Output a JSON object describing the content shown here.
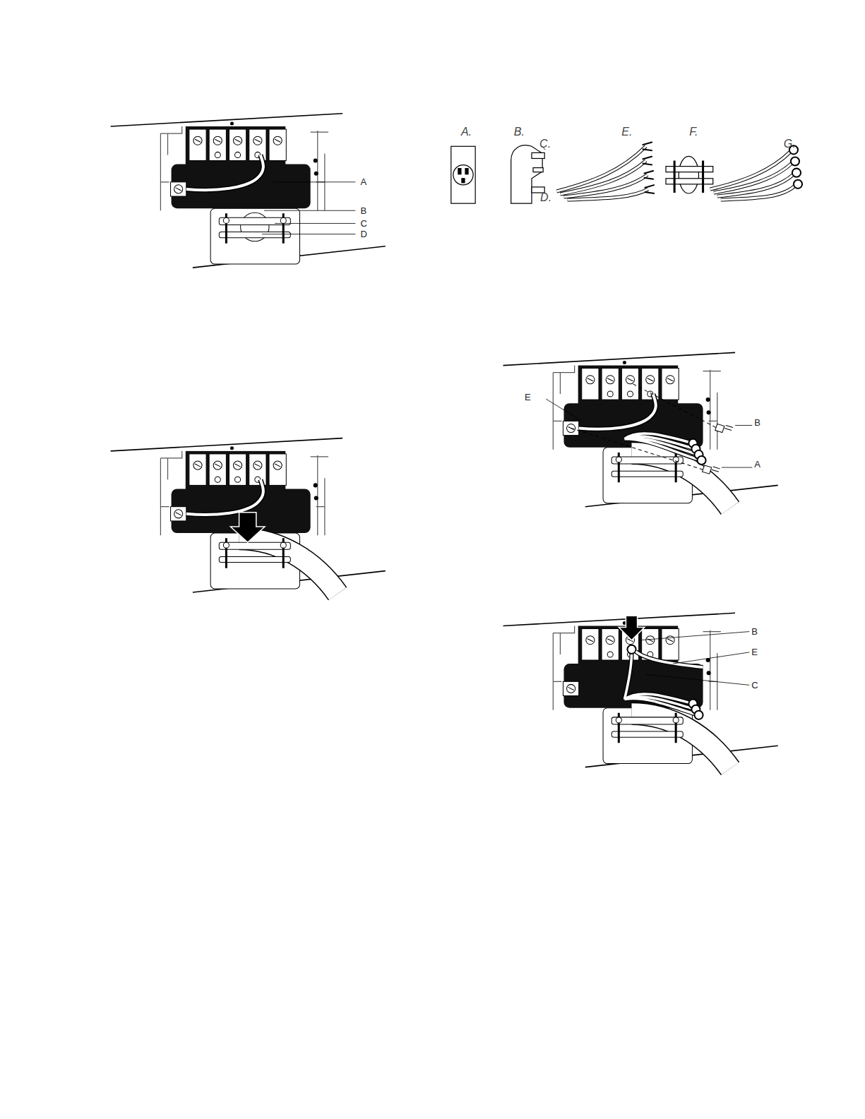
{
  "diagram": {
    "labels": [
      "A",
      "B",
      "C",
      "D",
      "A.",
      "B.",
      "C.",
      "D.",
      "E.",
      "F.",
      "G.",
      "E",
      "B",
      "A",
      "B",
      "E",
      "C"
    ]
  }
}
